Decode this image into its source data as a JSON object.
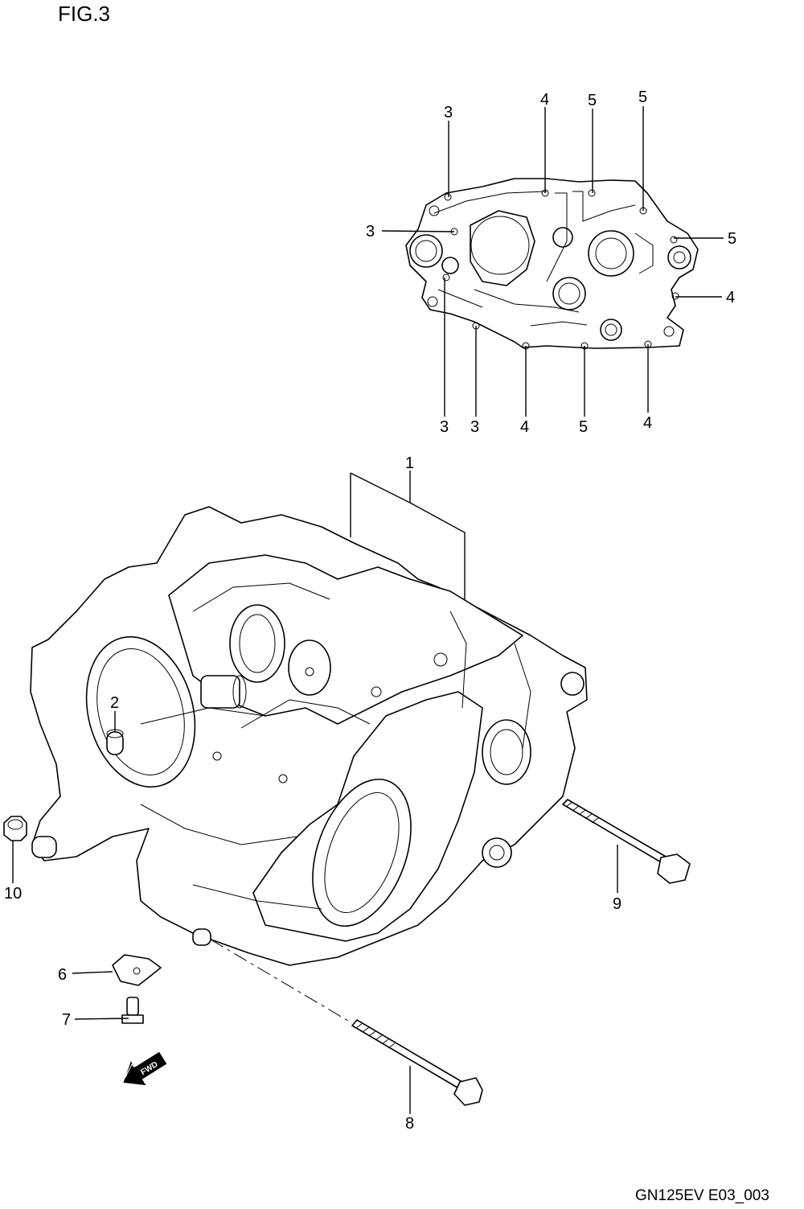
{
  "figure": {
    "title": "FIG.3",
    "code": "GN125EV E03_003"
  },
  "gasket_callouts": [
    {
      "id": "g3a",
      "label": "3"
    },
    {
      "id": "g4a",
      "label": "4"
    },
    {
      "id": "g5a",
      "label": "5"
    },
    {
      "id": "g5b",
      "label": "5"
    },
    {
      "id": "g3b",
      "label": "3"
    },
    {
      "id": "g5c",
      "label": "5"
    },
    {
      "id": "g4b",
      "label": "4"
    },
    {
      "id": "g3c",
      "label": "3"
    },
    {
      "id": "g3d",
      "label": "3"
    },
    {
      "id": "g4c",
      "label": "4"
    },
    {
      "id": "g5d",
      "label": "5"
    },
    {
      "id": "g4d",
      "label": "4"
    }
  ],
  "part_callouts": [
    {
      "id": "p1",
      "label": "1"
    },
    {
      "id": "p2",
      "label": "2"
    },
    {
      "id": "p6",
      "label": "6"
    },
    {
      "id": "p7",
      "label": "7"
    },
    {
      "id": "p8",
      "label": "8"
    },
    {
      "id": "p9",
      "label": "9"
    },
    {
      "id": "p10",
      "label": "10"
    }
  ],
  "fwd_arrow": {
    "label": "FWD",
    "icon": "fwd-arrow-icon"
  }
}
